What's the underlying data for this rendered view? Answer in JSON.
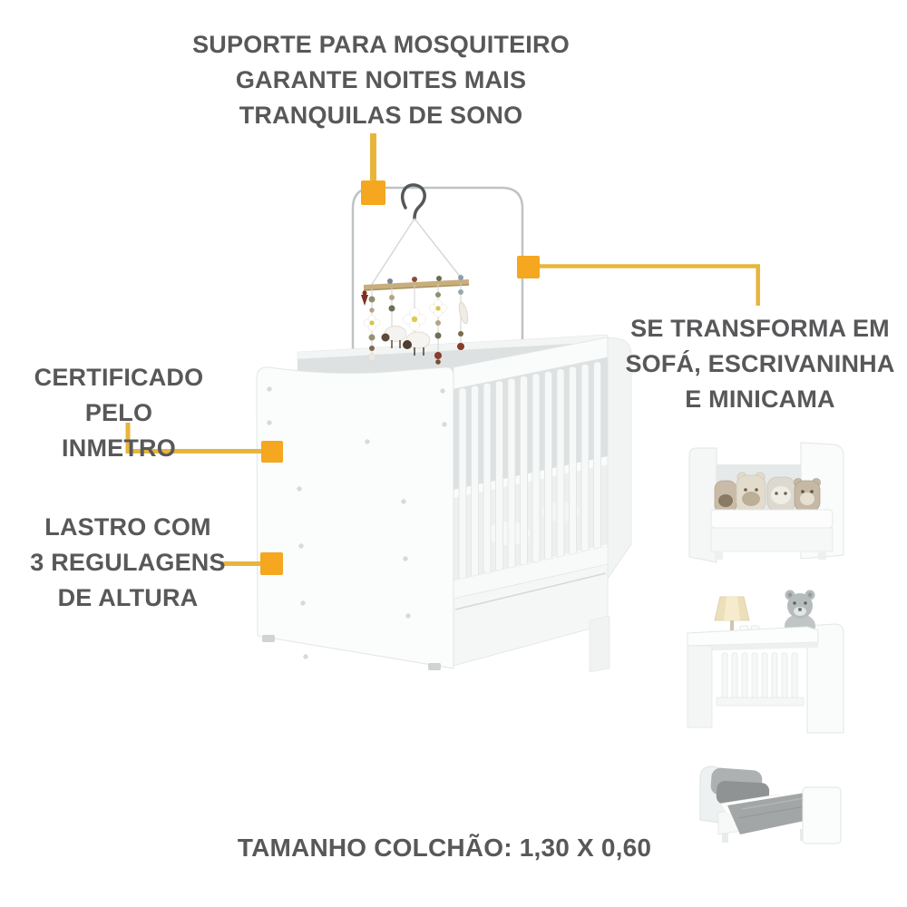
{
  "colors": {
    "background": "#ffffff",
    "text": "#58585a",
    "connector_line": "#e7b53c",
    "connector_marker": "#f4a71f"
  },
  "annotations": {
    "mosquito_net": {
      "lines": [
        "SUPORTE PARA MOSQUITEIRO",
        "GARANTE NOITES MAIS",
        "TRANQUILAS DE SONO"
      ]
    },
    "inmetro": {
      "lines": [
        "CERTIFICADO PELO",
        "INMETRO"
      ]
    },
    "lastro": {
      "lines": [
        "LASTRO COM",
        "3 REGULAGENS",
        "DE ALTURA"
      ]
    },
    "transforma": {
      "lines": [
        "SE TRANSFORMA EM",
        "SOFÁ, ESCRIVANINHA",
        "E MINICAMA"
      ]
    }
  },
  "footer": {
    "mattress_size": "TAMANHO COLCHÃO: 1,30 X 0,60"
  },
  "illustrations": {
    "main": "white-baby-crib-with-hanging-mobile-and-mosquito-net-support",
    "variants": [
      "sofa-with-plush-pillows",
      "desk-with-lamp-and-teddy-bear",
      "mini-bed-with-gray-bedding"
    ]
  }
}
